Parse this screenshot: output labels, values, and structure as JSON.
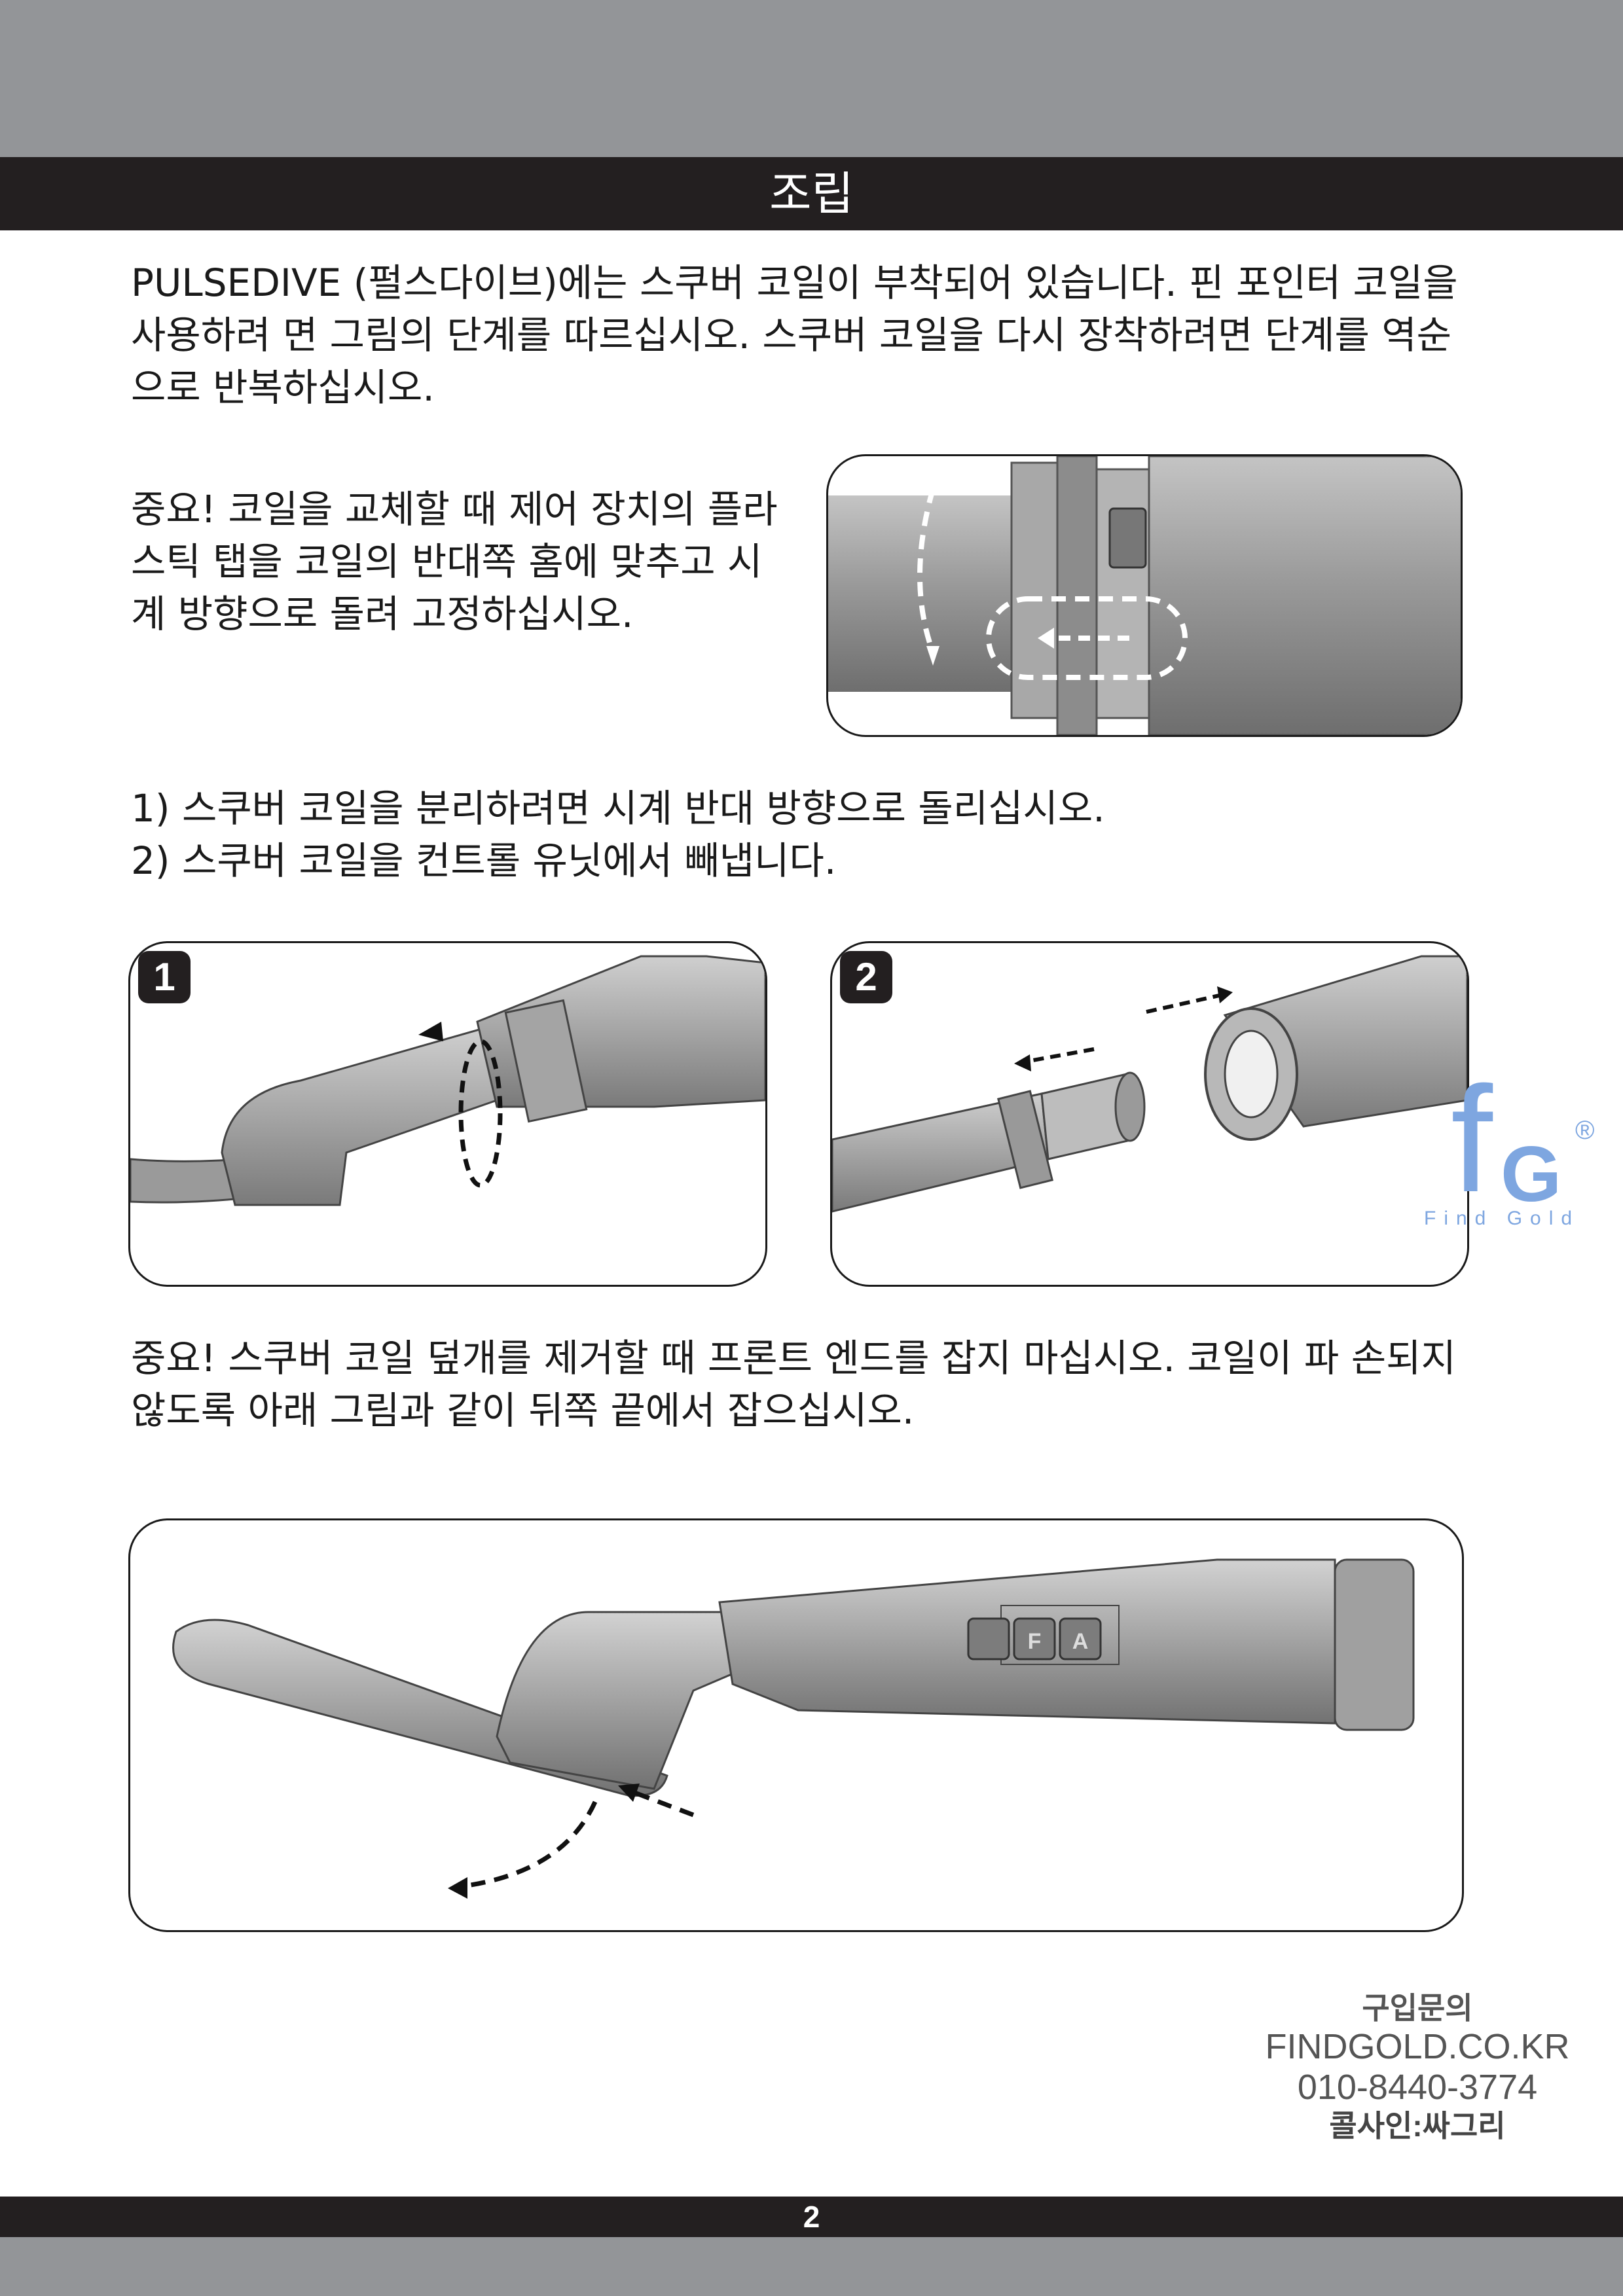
{
  "header": {
    "title": "조립"
  },
  "intro": "PULSEDIVE (펄스다이브)에는 스쿠버 코일이 부착되어 있습니다. 핀 포인터 코일을 사용하려 면 그림의 단계를 따르십시오. 스쿠버 코일을 다시 장착하려면 단계를 역순으로 반복하십시오.",
  "notice_1": "중요! 코일을 교체할 때 제어 장치의 플라스틱 탭을 코일의 반대쪽 홈에 맞추고 시계 방향으로 돌려 고정하십시오.",
  "steps": [
    "1) 스쿠버 코일을 분리하려면 시계 반대 방향으로 돌리십시오.",
    "2) 스쿠버 코일을 컨트롤 유닛에서 빼냅니다."
  ],
  "step_badges": [
    "1",
    "2"
  ],
  "notice_2": "중요! 스쿠버 코일 덮개를 제거할 때 프론트 엔드를 잡지 마십시오. 코일이 파 손되지 않도록 아래 그림과 같이 뒤쪽 끝에서 잡으십시오.",
  "device_buttons": [
    "F",
    "A"
  ],
  "logo": {
    "letters_f": "f",
    "letters_g": "G",
    "mark": "®",
    "caption": "Find Gold",
    "color": "#7ea6e0"
  },
  "contact": {
    "heading": "구입문의",
    "site": "FINDGOLD.CO.KR",
    "phone": "010-8440-3774",
    "sign": "콜사인:싸그리"
  },
  "page_number": "2",
  "colors": {
    "dark_bar": "#231f20",
    "gray_band": "#939598"
  }
}
